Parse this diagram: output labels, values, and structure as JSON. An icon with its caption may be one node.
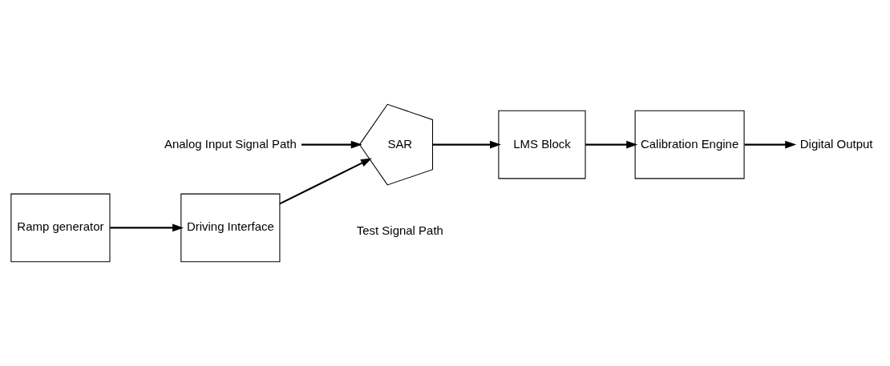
{
  "diagram": {
    "nodes": [
      {
        "text": [
          "Ramp generator"
        ]
      },
      {
        "text": [
          "Driving Interface"
        ]
      },
      {
        "text": [
          "SAR"
        ]
      },
      {
        "text": [
          "LMS Block"
        ]
      },
      {
        "text": [
          "Calibration Engine"
        ]
      },
      {
        "text": [
          "Analog Input Signal Path"
        ]
      },
      {
        "text": [
          "Digital Output"
        ]
      }
    ],
    "edges": [
      {
        "from": 0,
        "to": 1,
        "arrow": "to"
      },
      {
        "from": 1,
        "to": 2,
        "arrow": "to"
      },
      {
        "from": 5,
        "to": 2,
        "arrow": "to"
      },
      {
        "from": 2,
        "to": 3,
        "arrow": "to"
      },
      {
        "from": 3,
        "to": 4,
        "arrow": "to"
      },
      {
        "from": 4,
        "to": 6,
        "arrow": "to"
      }
    ],
    "labels": [
      "Test Signal Path"
    ]
  }
}
